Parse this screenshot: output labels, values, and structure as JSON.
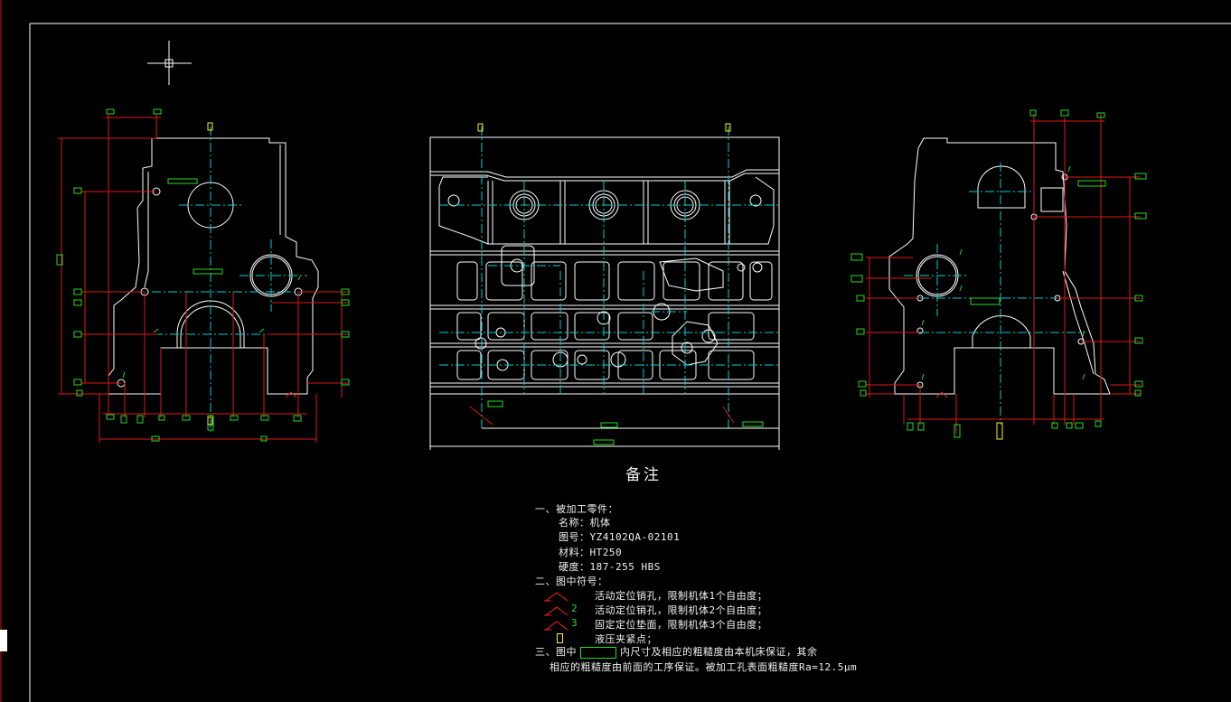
{
  "notes": {
    "title": "备注",
    "section1_heading": "一、被加工零件：",
    "name_line": "名称：机体",
    "drawing_no_line": "图号：YZ4102QA-02101",
    "material_line": "材料：HT250",
    "hardness_line": "硬度：187-255 HBS",
    "section2_heading": "二、图中符号：",
    "symbol1_text": "活动定位销孔，限制机体1个自由度；",
    "symbol2_num": "2",
    "symbol2_text": "活动定位销孔，限制机体2个自由度；",
    "symbol3_num": "3",
    "symbol3_text": "固定定位垫面，限制机体3个自由度；",
    "symbol4_text": "液压夹紧点；",
    "section3_prefix": "三、图中",
    "section3_suffix": "内尺寸及相应的粗糙度由本机床保证，其余",
    "section3_line2": "相应的粗糙度由前面的工序保证。被加工孔表面粗糙度Ra=12.5μm"
  },
  "colors": {
    "background": "#000000",
    "outline": "#ffffff",
    "centerline": "#00d0d0",
    "dimension": "#e01818",
    "dim_text_box": "#22dd22",
    "locator": "#ffee22",
    "frame_red": "#d01010"
  },
  "icons": {
    "crosshair": "cursor-crosshair-icon",
    "locating_symbol": "triangle-locator-icon",
    "clamp": "clamp-point-icon"
  }
}
